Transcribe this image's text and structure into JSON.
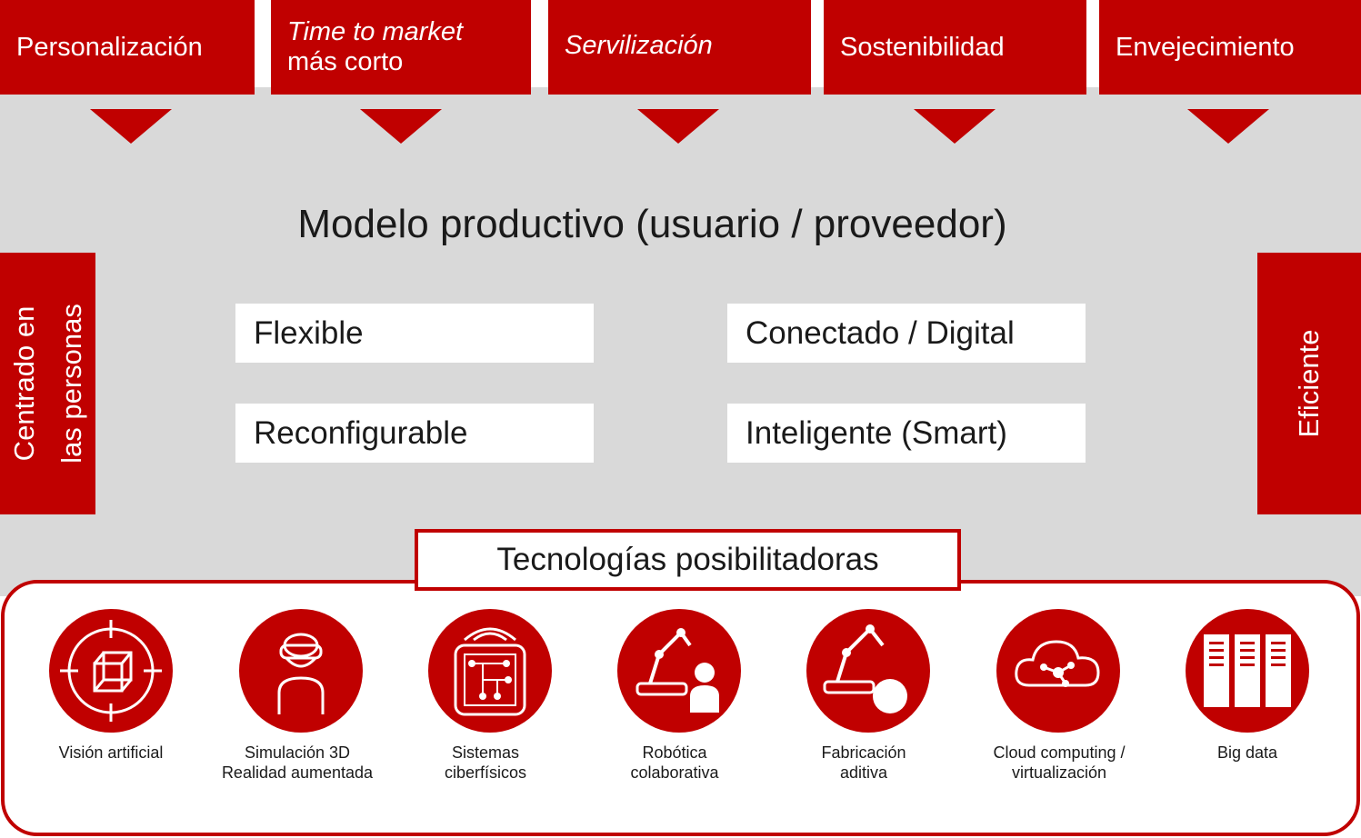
{
  "drivers": [
    {
      "lines": [
        "Personalización"
      ],
      "italic": [
        false
      ]
    },
    {
      "lines": [
        "Time to market",
        "más corto"
      ],
      "italic": [
        true,
        false
      ]
    },
    {
      "lines": [
        "Servilización"
      ],
      "italic": [
        true
      ]
    },
    {
      "lines": [
        "Sostenibilidad"
      ],
      "italic": [
        false
      ]
    },
    {
      "lines": [
        "Envejecimiento"
      ],
      "italic": [
        false
      ]
    }
  ],
  "model_title": "Modelo productivo (usuario / proveedor)",
  "side_left": {
    "line1": "Centrado en",
    "line2": "las personas"
  },
  "side_right": {
    "label": "Eficiente"
  },
  "attributes": {
    "flexible": "Flexible",
    "conectado": "Conectado / Digital",
    "reconfigurable": "Reconfigurable",
    "inteligente": "Inteligente (Smart)"
  },
  "technologies": {
    "header": "Tecnologías posibilitadoras",
    "items": [
      {
        "icon": "vision-icon",
        "lines": [
          "Visión artificial"
        ]
      },
      {
        "icon": "vr-headset-icon",
        "lines": [
          "Simulación 3D",
          "Realidad aumentada"
        ]
      },
      {
        "icon": "circuit-chip-icon",
        "lines": [
          "Sistemas",
          "ciberfísicos"
        ]
      },
      {
        "icon": "collaborative-robot-icon",
        "lines": [
          "Robótica",
          "colaborativa"
        ]
      },
      {
        "icon": "additive-robot-icon",
        "lines": [
          "Fabricación",
          "aditiva"
        ]
      },
      {
        "icon": "cloud-network-icon",
        "lines": [
          "Cloud computing /",
          "virtualización"
        ]
      },
      {
        "icon": "server-racks-icon",
        "lines": [
          "Big data"
        ]
      }
    ]
  },
  "colors": {
    "accent": "#c00000",
    "background": "#d9d9d9",
    "box": "#ffffff",
    "text": "#1a1a1a"
  }
}
